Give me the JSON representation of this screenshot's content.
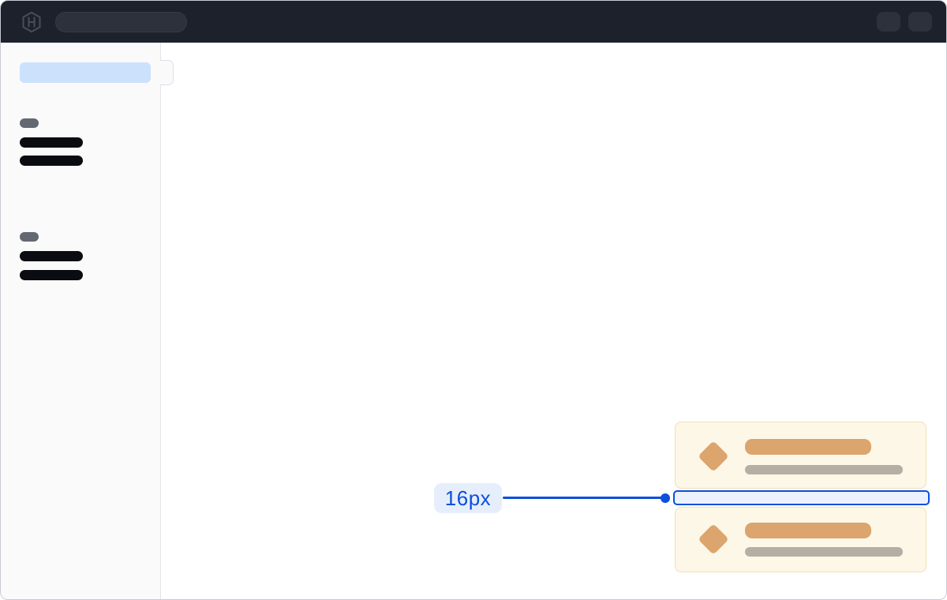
{
  "topbar": {
    "logo_icon": "hashicorp-logo-icon",
    "bg_color": "#1d212b",
    "skeleton_color": "#2c313c",
    "search_skeleton": true,
    "action_buttons": 2
  },
  "sidebar": {
    "bg_color": "#fafafa",
    "active_item_color": "#cce1fc",
    "item_color": "#0a0c11",
    "group_label_color": "#636873",
    "groups": [
      {
        "label_skeleton": true,
        "item_skeletons": 2
      },
      {
        "label_skeleton": true,
        "item_skeletons": 2
      }
    ],
    "toggle_notch": true
  },
  "annotation": {
    "spacing_label": "16px",
    "accent_color": "#0c4fdc",
    "label_bg_color": "#e6eefc",
    "gap_fill_color": "#ebf2fd"
  },
  "cards": {
    "count": 2,
    "bg_color": "#fdf7e8",
    "border_color": "#f1e0b5",
    "icon": "diamond-icon",
    "icon_color": "#dba56d",
    "title_skeleton_color": "#dba56d",
    "subtitle_skeleton_color": "#b3afa5"
  }
}
